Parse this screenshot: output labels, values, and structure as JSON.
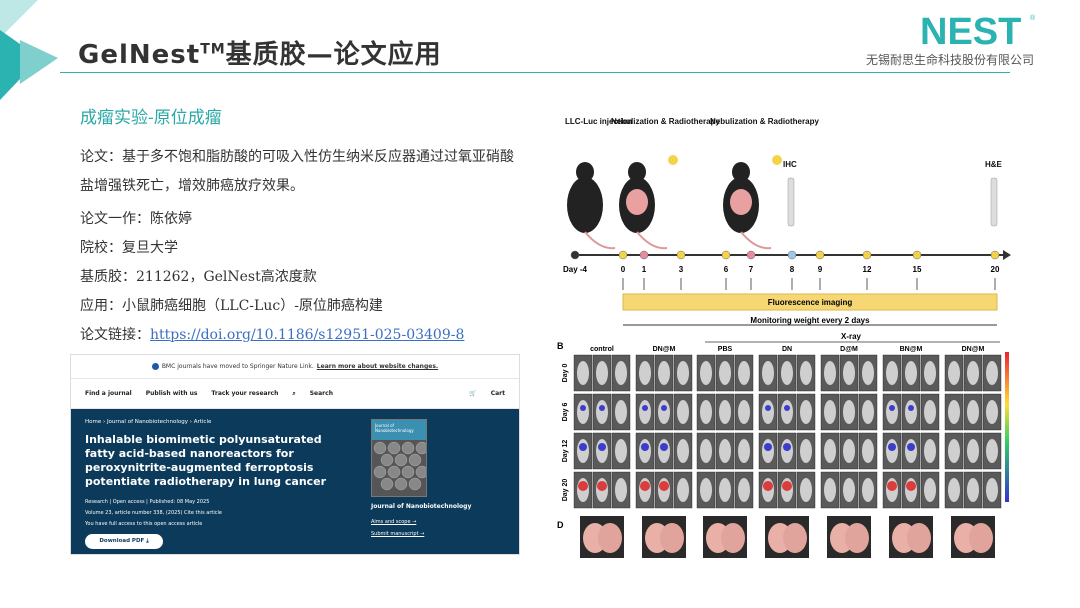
{
  "header": {
    "title": "GelNest",
    "title_tm": "TM",
    "title_rest": "基质胶—论文应用",
    "logo_text": "NEST",
    "logo_mark": "®",
    "company": "无锡耐思生命科技股份有限公司",
    "accent_color": "#2bb3b1"
  },
  "section": {
    "subhead": "成瘤实验-原位成瘤"
  },
  "info": {
    "paper": "论文：基于多不饱和脂肪酸的可吸入性仿生纳米反应器通过过氧亚硝酸盐增强铁死亡，增效肺癌放疗效果。",
    "author": "论文一作：陈依婷",
    "school": "院校：复旦大学",
    "matrix": "基质胶：211262，GelNest高浓度款",
    "application": "应用：小鼠肺癌细胞（LLC-Luc）-原位肺癌构建",
    "link_label": "论文链接：",
    "link_url": "https://doi.org/10.1186/s12951-025-03409-8"
  },
  "journal": {
    "banner": "BMC journals have moved to Springer Nature Link.",
    "banner_link": "Learn more about website changes.",
    "nav": [
      "Find a journal",
      "Publish with us",
      "Track your research"
    ],
    "search": "Search",
    "cart": "Cart",
    "crumb": "Home  ›  Journal of Nanobiotechnology  ›  Article",
    "title": "Inhalable biomimetic polyunsaturated fatty acid-based nanoreactors for peroxynitrite-augmented ferroptosis potentiate radiotherapy in lung cancer",
    "meta1": "Research  |  Open access  |  Published: 08 May 2025",
    "meta2": "Volume 23, article number 338, (2025)   Cite this article",
    "access": "You have full access to this open access article",
    "pdf": "Download PDF  ⤓",
    "cover_title": "Journal of Nanobiotechnology",
    "journal_name": "Journal of Nanobiotechnology",
    "aims": "Aims and scope  →",
    "submit": "Submit manuscript  →",
    "bg_color": "#0b3a5a"
  },
  "figure": {
    "label_injection": "LLC-Luc injection",
    "label_nebulization": "Nebulization & Radiotherapy",
    "label_ihc": "IHC",
    "label_he": "H&E",
    "timeline_days": [
      "Day -4",
      "0",
      "1",
      "3",
      "6",
      "7",
      "8",
      "9",
      "12",
      "15",
      "20"
    ],
    "fluorescence": "Fluorescence imaging",
    "monitoring": "Monitoring weight every 2 days",
    "panel_b": "B",
    "panel_d": "D",
    "xray": "X-ray",
    "groups": [
      "control",
      "DN@M",
      "PBS",
      "DN",
      "D@M",
      "BN@M",
      "DN@M"
    ],
    "days": [
      "Day 0",
      "Day 6",
      "Day 12",
      "Day 20"
    ],
    "bar_color": "#f7d774"
  }
}
